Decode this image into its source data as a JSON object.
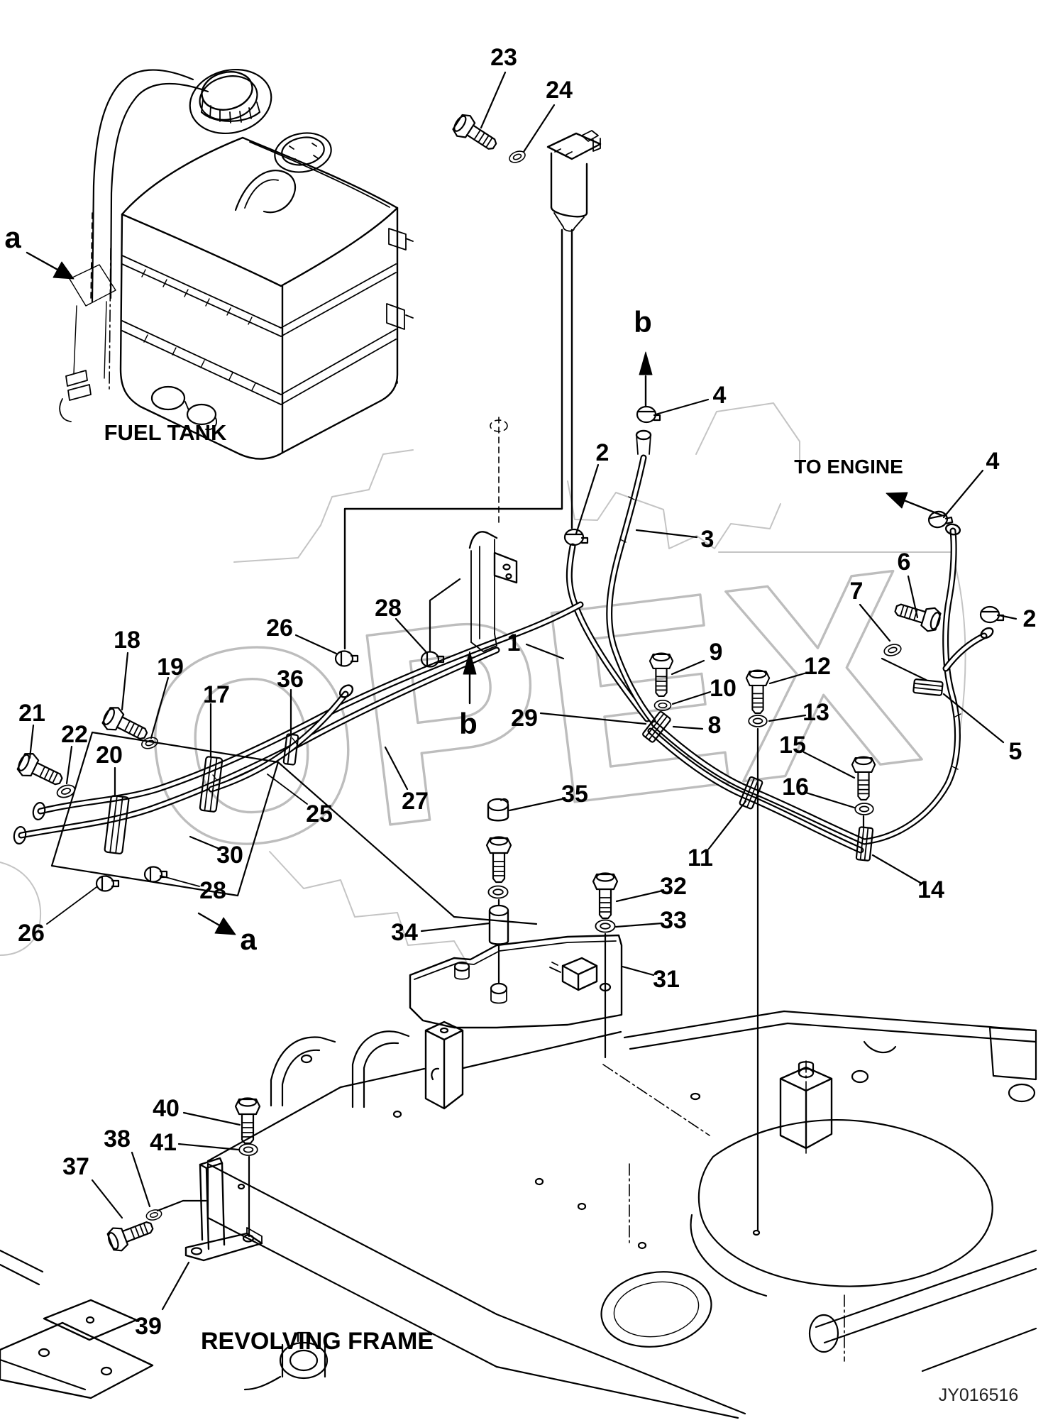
{
  "diagram": {
    "type": "exploded-parts-diagram",
    "subject": "Fuel tank and fuel line piping on revolving frame",
    "line_color": "#000000",
    "background_color": "#ffffff",
    "watermark": {
      "text": "OPEX",
      "color": "#bdbdbd"
    }
  },
  "labels": {
    "fuel_tank": "FUEL TANK",
    "to_engine": "TO ENGINE",
    "revolving_frame": "REVOLVING FRAME",
    "part_code": "JY016516"
  },
  "view_markers": {
    "a_top": "a",
    "a_bottom": "a",
    "b_top": "b",
    "b_bottom": "b"
  },
  "callouts": {
    "c1": "1",
    "c2_top": "2",
    "c2_right": "2",
    "c3": "3",
    "c4_top": "4",
    "c4_right": "4",
    "c5": "5",
    "c6": "6",
    "c7": "7",
    "c8": "8",
    "c9": "9",
    "c10": "10",
    "c11": "11",
    "c12": "12",
    "c13": "13",
    "c14": "14",
    "c15": "15",
    "c16": "16",
    "c17": "17",
    "c18": "18",
    "c19": "19",
    "c20": "20",
    "c21": "21",
    "c22": "22",
    "c23": "23",
    "c24": "24",
    "c25": "25",
    "c26_top": "26",
    "c26_bottom": "26",
    "c27": "27",
    "c28_top": "28",
    "c28_bottom": "28",
    "c29": "29",
    "c30": "30",
    "c31": "31",
    "c32": "32",
    "c33": "33",
    "c34": "34",
    "c35": "35",
    "c36": "36",
    "c37": "37",
    "c38": "38",
    "c39": "39",
    "c40": "40",
    "c41": "41"
  }
}
